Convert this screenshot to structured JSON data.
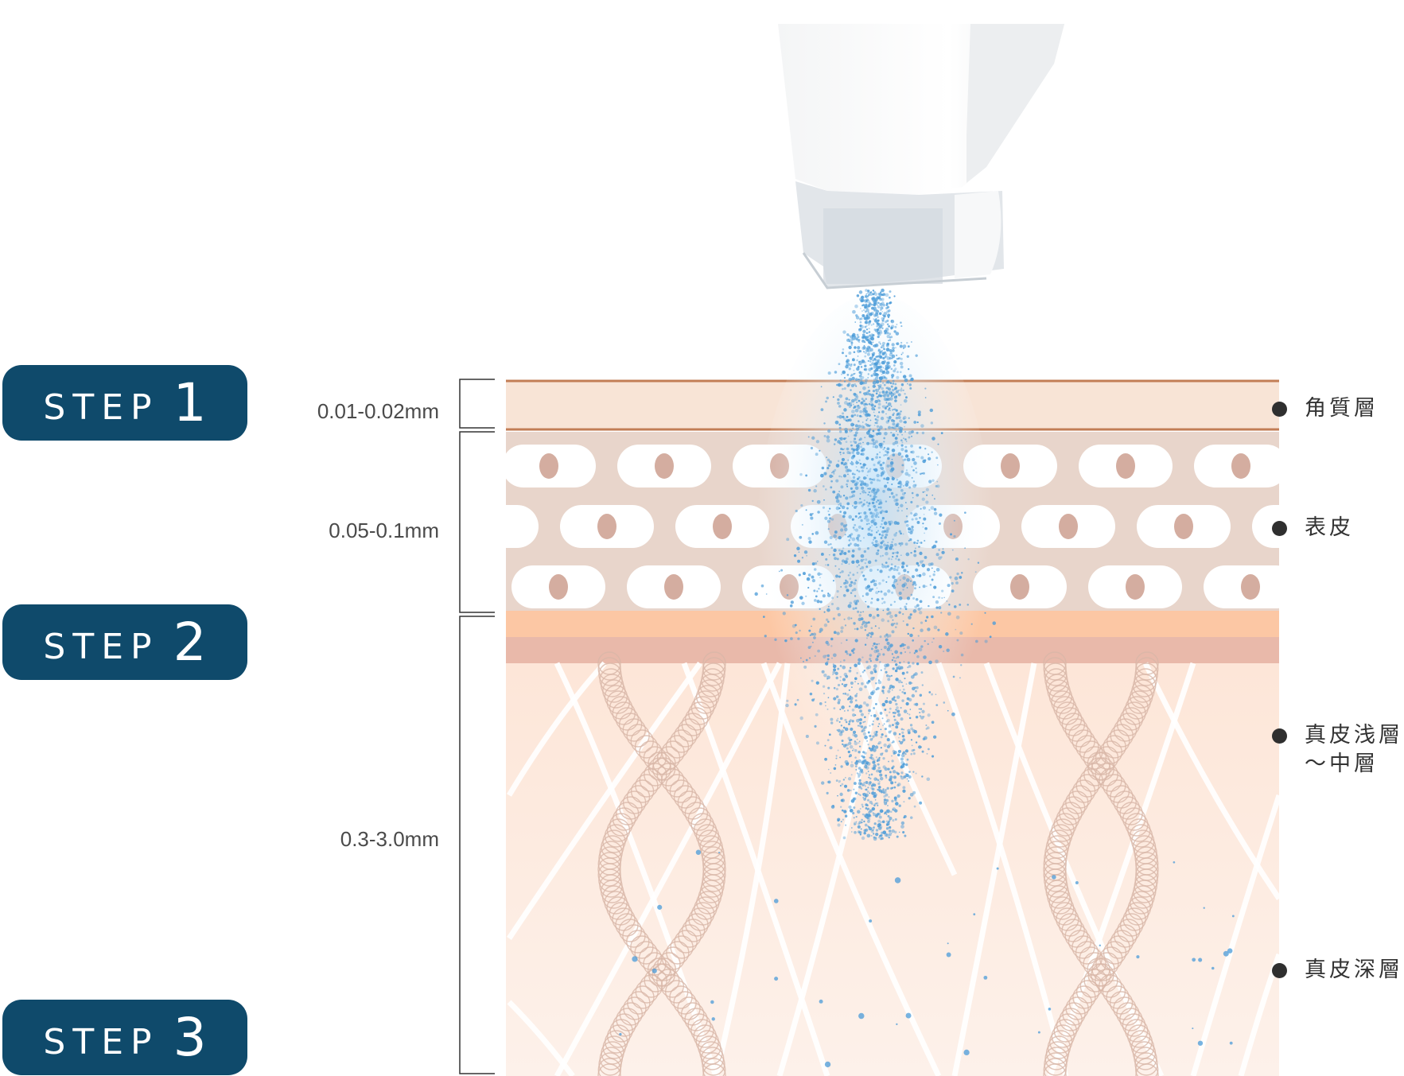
{
  "steps": [
    {
      "word": "STEP",
      "number": "1"
    },
    {
      "word": "STEP",
      "number": "2"
    },
    {
      "word": "STEP",
      "number": "3"
    }
  ],
  "depths": [
    "0.01-0.02mm",
    "0.05-0.1mm",
    "0.3-3.0mm"
  ],
  "layers": [
    "角質層",
    "表皮",
    "真皮浅層\n～中層",
    "真皮深層"
  ],
  "colors": {
    "badge": "#0f4a6b",
    "stratum_corneum": "#f8e4d6",
    "epidermis": "#e8d5cb",
    "cell_nucleus": "#d4ada0",
    "dermis_top": "#fcc7a4",
    "dermis_band": "#e9b9aa",
    "dermis": "#fde9dd",
    "mist": "#4a9bd8"
  },
  "icons": [
    "device-icon",
    "mist-spray-icon",
    "collagen-fiber-icon"
  ]
}
